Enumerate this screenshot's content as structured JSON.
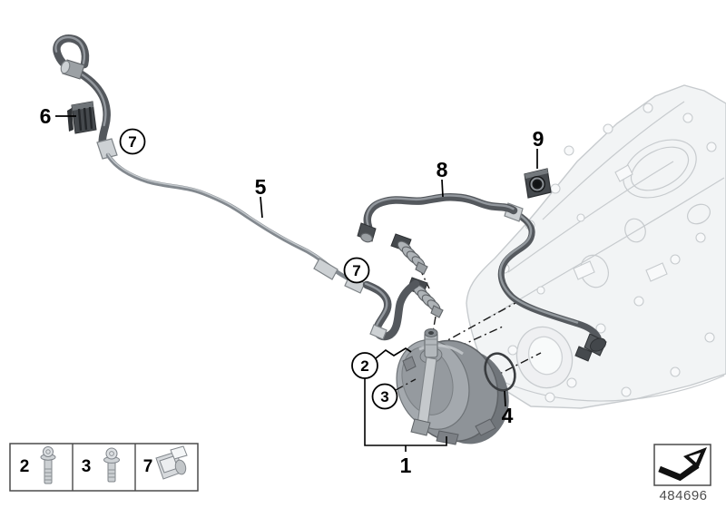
{
  "diagram": {
    "background": "#ffffff",
    "part_number": "484696",
    "callouts": {
      "n1": "1",
      "n2": "2",
      "n3": "3",
      "n4": "4",
      "n5": "5",
      "n6": "6",
      "n7a": "7",
      "n7b": "7",
      "n8": "8",
      "n9": "9"
    },
    "legend": [
      {
        "label": "2",
        "icon": "bolt-long-icon"
      },
      {
        "label": "3",
        "icon": "bolt-short-icon"
      },
      {
        "label": "7",
        "icon": "hose-clip-icon"
      }
    ],
    "colors": {
      "hose": "#54585d",
      "hose_highlight": "#9aa0a5",
      "pipe": "#82888e",
      "engine_fill": "#e9ecee",
      "engine_stroke": "#9aa1a7",
      "callout_text": "#000000",
      "part_number_text": "#4d4d4d"
    }
  }
}
